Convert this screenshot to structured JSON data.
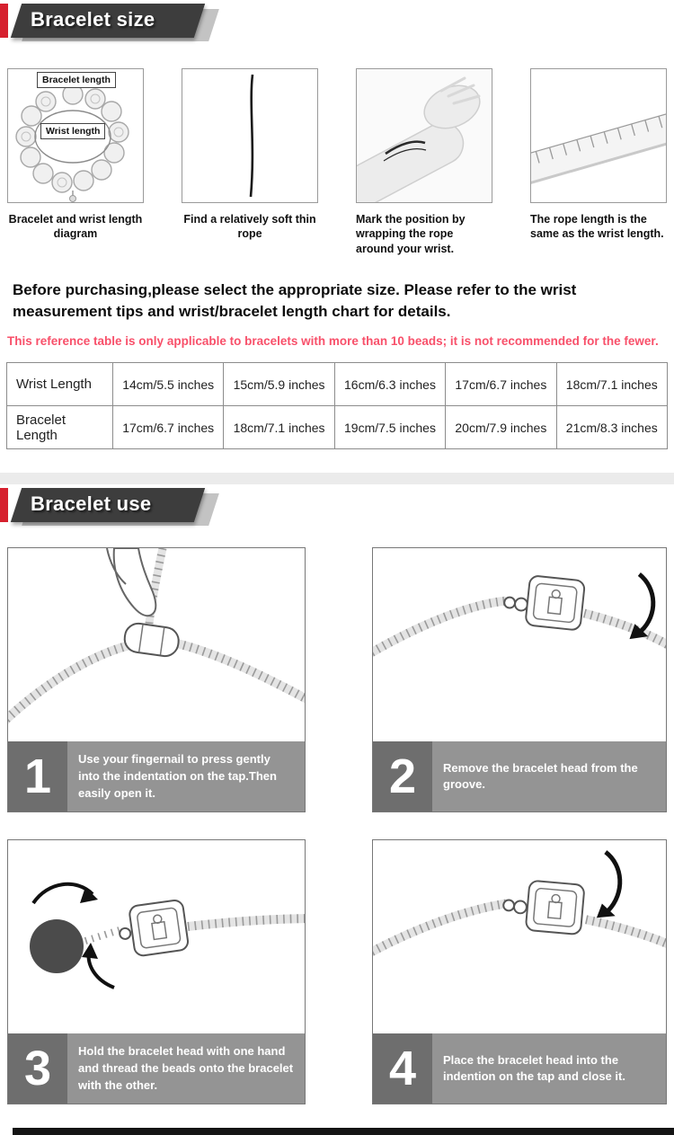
{
  "size": {
    "banner": "Bracelet size",
    "diagram_labels": {
      "bracelet_length": "Bracelet length",
      "wrist_length": "Wrist length"
    },
    "steps": [
      {
        "caption": "Bracelet and wrist length diagram"
      },
      {
        "caption": "Find a relatively soft thin rope"
      },
      {
        "caption": "Mark the position by wrapping the rope around your wrist."
      },
      {
        "caption": "The rope length is the same as the wrist length."
      }
    ],
    "intro": "Before purchasing,please select the appropriate size. Please refer to the wrist measurement tips and wrist/bracelet length chart for details.",
    "note": "This reference table is only applicable to bracelets with more than 10 beads; it is not recommended for the fewer.",
    "table": {
      "rows": [
        {
          "header": "Wrist Length",
          "values": [
            "14cm/5.5 inches",
            "15cm/5.9 inches",
            "16cm/6.3 inches",
            "17cm/6.7 inches",
            "18cm/7.1 inches"
          ]
        },
        {
          "header": "Bracelet Length",
          "values": [
            "17cm/6.7 inches",
            "18cm/7.1 inches",
            "19cm/7.5 inches",
            "20cm/7.9 inches",
            "21cm/8.3 inches"
          ]
        }
      ]
    }
  },
  "use": {
    "banner": "Bracelet use",
    "steps": [
      {
        "number": "1",
        "text": "Use your fingernail to press gently into the indentation on the tap.Then easily open it."
      },
      {
        "number": "2",
        "text": "Remove the bracelet head from the groove."
      },
      {
        "number": "3",
        "text": "Hold the bracelet head with one hand and thread the beads onto the bracelet with the other."
      },
      {
        "number": "4",
        "text": "Place the bracelet head into the indention on the tap and close it."
      }
    ]
  },
  "colors": {
    "accent_red": "#d6202e",
    "note_pink": "#f8506a",
    "banner_dark": "#3d3d3d",
    "caption_bar_gray": "#949494",
    "number_block_gray": "#6e6e6e"
  }
}
